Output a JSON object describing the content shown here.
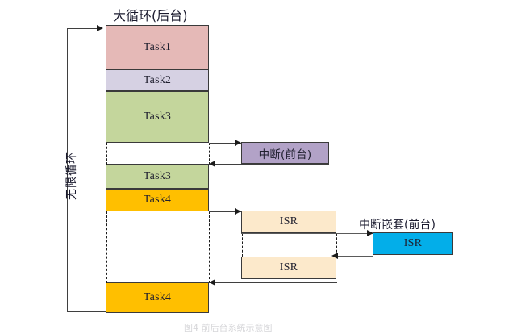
{
  "diagram": {
    "title_main": "大循环(后台)",
    "loop_label": "无限循环",
    "foreground_label": "中断(前台)",
    "nested_label": "中断嵌套(前台)",
    "bottom_caption": "图4  前后台系统示意图",
    "colors": {
      "task1": "#E5B9B7",
      "task2": "#D6D1E3",
      "task3": "#C4D69C",
      "task4": "#FFBF00",
      "interrupt": "#B2A2C7",
      "isr": "#FCE9CB",
      "nested_isr": "#03AEE9",
      "stroke": "#3a3a3a",
      "background": "#FFFFFF"
    },
    "background_blocks": [
      {
        "name": "task1",
        "label": "Task1",
        "color_key": "task1"
      },
      {
        "name": "task2",
        "label": "Task2",
        "color_key": "task2"
      },
      {
        "name": "task3",
        "label": "Task3",
        "color_key": "task3"
      },
      {
        "name": "task3-resume",
        "label": "Task3",
        "color_key": "task3"
      },
      {
        "name": "task4",
        "label": "Task4",
        "color_key": "task4"
      },
      {
        "name": "task4-resume",
        "label": "Task4",
        "color_key": "task4"
      }
    ],
    "isr_blocks": [
      {
        "name": "interrupt-foreground",
        "label": "中断(前台)",
        "color_key": "interrupt"
      },
      {
        "name": "isr-first",
        "label": "ISR",
        "color_key": "isr"
      },
      {
        "name": "isr-second",
        "label": "ISR",
        "color_key": "isr"
      },
      {
        "name": "isr-nested",
        "label": "ISR",
        "color_key": "nested_isr"
      }
    ],
    "labels": {
      "task1": "Task1",
      "task2": "Task2",
      "task3_a": "Task3",
      "task3_b": "Task3",
      "task4_a": "Task4",
      "task4_b": "Task4",
      "isr_1": "ISR",
      "isr_2": "ISR",
      "isr_nested": "ISR"
    }
  }
}
